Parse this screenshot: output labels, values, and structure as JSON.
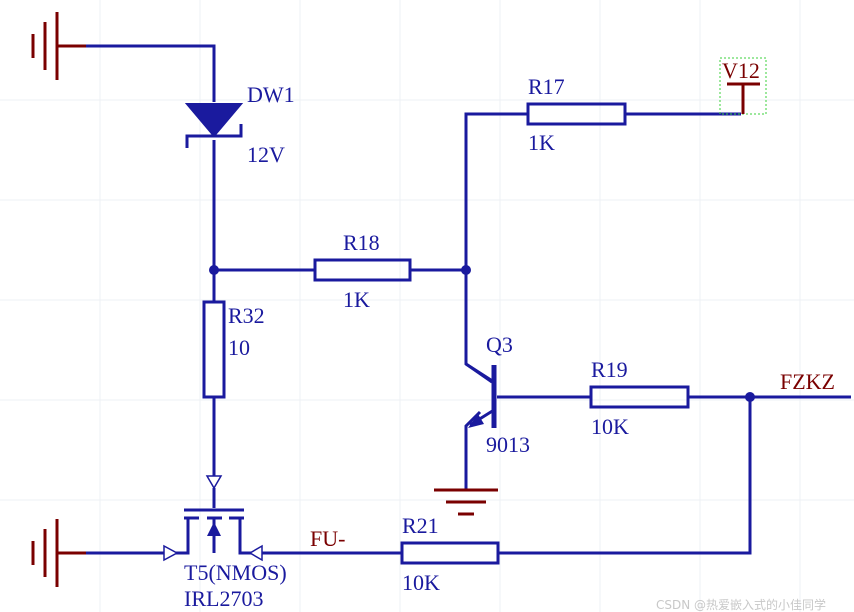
{
  "components": {
    "dw1": {
      "ref": "DW1",
      "value": "12V"
    },
    "r17": {
      "ref": "R17",
      "value": "1K"
    },
    "r18": {
      "ref": "R18",
      "value": "1K"
    },
    "r32": {
      "ref": "R32",
      "value": "10"
    },
    "r19": {
      "ref": "R19",
      "value": "10K"
    },
    "r21": {
      "ref": "R21",
      "value": "10K"
    },
    "q3": {
      "ref": "Q3",
      "value": "9013"
    },
    "t5": {
      "ref": "T5(NMOS)",
      "value": "IRL2703"
    }
  },
  "nets": {
    "v12": "V12",
    "fzkz": "FZKZ",
    "fu": "FU-"
  },
  "watermark": "CSDN @热爱嵌入式的小佳同学",
  "colors": {
    "wire": "#1a1a9e",
    "net_label": "#7a0000",
    "ground": "#7a0000",
    "power_box": "#3bd13b"
  }
}
